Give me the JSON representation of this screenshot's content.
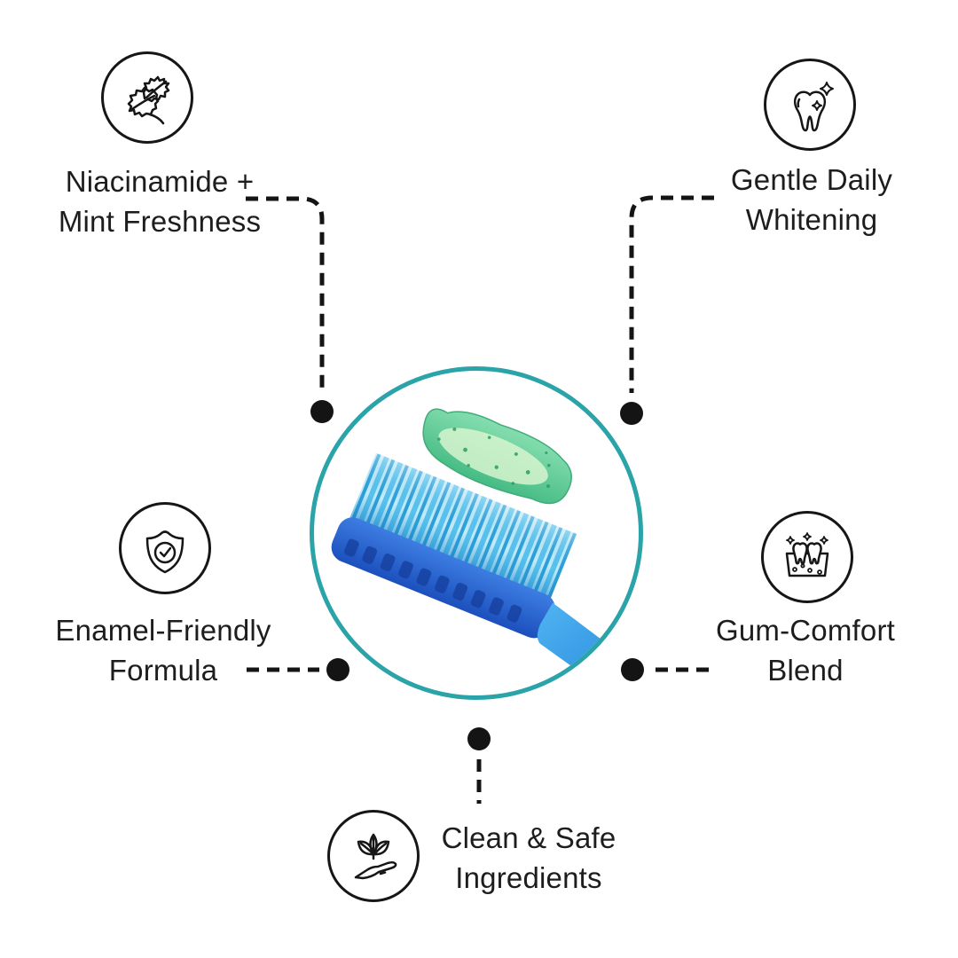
{
  "colors": {
    "accent_teal": "#2aa3a9",
    "connector_black": "#141414",
    "text_black": "#1d1d1d",
    "brush_blue": "#2e8fe0",
    "paste_green": "#5ecb95"
  },
  "center_image": {
    "name": "toothbrush-with-green-toothpaste-photo"
  },
  "features": [
    {
      "icon": "mint-leaves-icon",
      "line1": "Niacinamide +",
      "line2": "Mint Freshness"
    },
    {
      "icon": "tooth-sparkle-icon",
      "line1": "Gentle Daily",
      "line2": "Whitening"
    },
    {
      "icon": "shield-check-icon",
      "line1": "Enamel-Friendly",
      "line2": "Formula"
    },
    {
      "icon": "teeth-gums-sparkle-icon",
      "line1": "Gum-Comfort",
      "line2": "Blend"
    },
    {
      "icon": "hand-holding-leaves-icon",
      "line1": "Clean & Safe",
      "line2": "Ingredients"
    }
  ]
}
